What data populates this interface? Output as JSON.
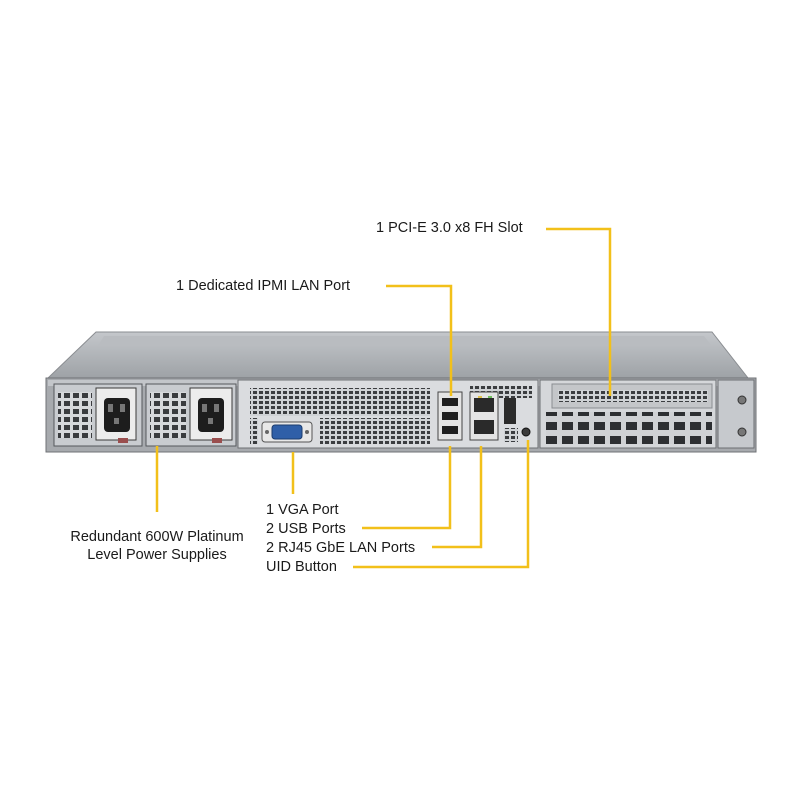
{
  "callouts": {
    "pcie_slot": "1 PCI-E 3.0 x8 FH Slot",
    "ipmi_port": "1 Dedicated IPMI LAN Port",
    "vga_port": "1 VGA Port",
    "usb_ports": "2  USB Ports",
    "lan_ports": "2 RJ45 GbE LAN Ports",
    "uid_button": "UID Button",
    "psu_line1": "Redundant 600W Platinum",
    "psu_line2": "Level Power Supplies"
  },
  "colors": {
    "leader_line": "#F2C01A",
    "chassis_body": "#A9ACB0",
    "chassis_panel": "#D6D8DB",
    "chassis_dark": "#2A2A2A",
    "vga_blue": "#2F5FA8"
  }
}
